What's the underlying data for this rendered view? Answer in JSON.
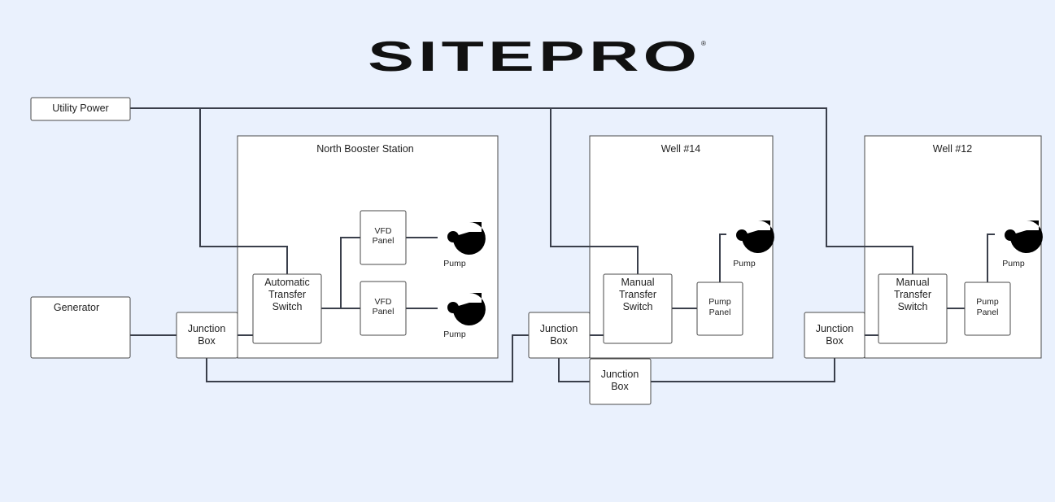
{
  "logo": {
    "text": "SITEPRO",
    "mark": "®"
  },
  "nodes": {
    "utility_power": "Utility Power",
    "generator": "Generator",
    "north_booster_station": "North Booster Station",
    "well_14": "Well #14",
    "well_12": "Well #12",
    "ats": [
      "Automatic",
      "Transfer",
      "Switch"
    ],
    "mts": [
      "Manual",
      "Transfer",
      "Switch"
    ],
    "junction_box": [
      "Junction",
      "Box"
    ],
    "vfd_panel": [
      "VFD",
      "Panel"
    ],
    "pump_panel": [
      "Pump",
      "Panel"
    ],
    "pump": "Pump"
  }
}
